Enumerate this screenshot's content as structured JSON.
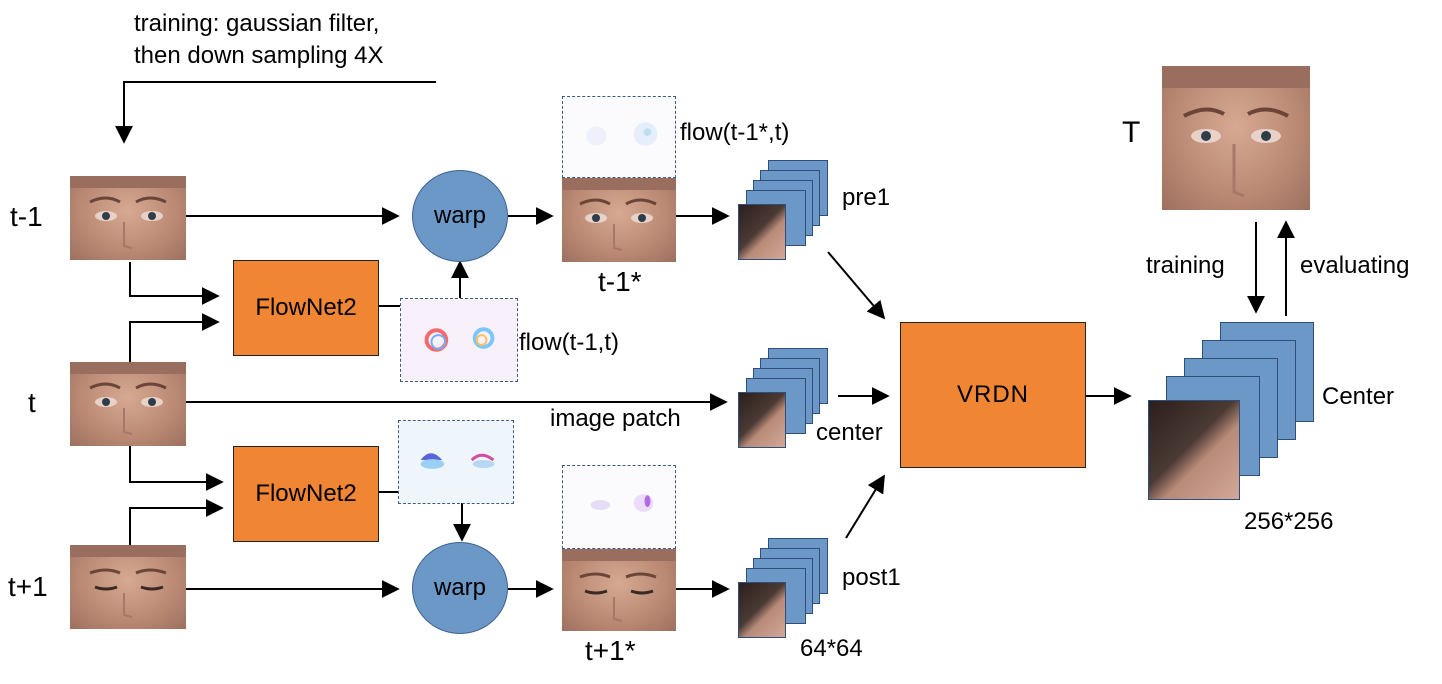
{
  "notes": {
    "training_line1": "training: gaussian filter,",
    "training_line2": "then down sampling 4X"
  },
  "frames": {
    "prev": "t-1",
    "center": "t",
    "next": "t+1",
    "target": "T"
  },
  "modules": {
    "flownet_top": "FlowNet2",
    "flownet_bottom": "FlowNet2",
    "warp_top": "warp",
    "warp_bottom": "warp",
    "vrdn": "VRDN"
  },
  "labels": {
    "flow_top": "flow(t-1,t)",
    "flow_warped": "flow(t-1*,t)",
    "warped_prev": "t-1*",
    "warped_next": "t+1*",
    "image_patch": "image patch",
    "pre1": "pre1",
    "center": "center",
    "post1": "post1",
    "size_small": "64*64",
    "output_center": "Center",
    "size_large": "256*256",
    "training": "training",
    "evaluating": "evaluating"
  },
  "colors": {
    "module": "#f08533",
    "warp": "#6c98c8",
    "stack": "#6c98c8",
    "arrow": "#000000",
    "dashed_border": "#3a5a8a"
  }
}
